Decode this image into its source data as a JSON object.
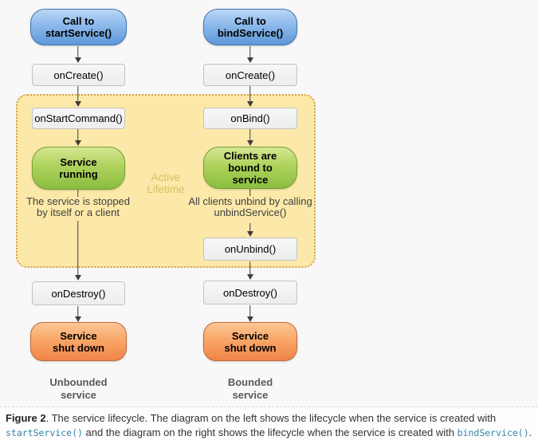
{
  "diagram": {
    "left": {
      "call": "Call to\nstartService()",
      "on_create": "onCreate()",
      "on_start_command": "onStartCommand()",
      "service_running": "Service\nrunning",
      "note": "The service is stopped\nby itself or a client",
      "on_destroy": "onDestroy()",
      "service_shut_down": "Service\nshut down",
      "column_label": "Unbounded\nservice"
    },
    "right": {
      "call": "Call to\nbindService()",
      "on_create": "onCreate()",
      "on_bind": "onBind()",
      "clients_bound": "Clients are\nbound to\nservice",
      "note": "All clients unbind by calling\nunbindService()",
      "on_unbind": "onUnbind()",
      "on_destroy": "onDestroy()",
      "service_shut_down": "Service\nshut down",
      "column_label": "Bounded\nservice"
    },
    "active_lifetime_label": "Active\nLifetime",
    "colors": {
      "call_node_fill": "#5e97d8",
      "call_node_border": "#4376ae",
      "running_node_fill": "#8abe3f",
      "running_node_border": "#74a238",
      "shutdown_node_fill": "#f08448",
      "shutdown_node_border": "#c06a3a",
      "callback_node_fill": "#f2f2f2",
      "callback_node_border": "#c2c2c2",
      "active_region_fill": "#fce9a9",
      "active_region_border": "#d2a14f",
      "active_label_text": "#d9be5e",
      "arrow": "#3d3d3d",
      "link": "#3286a8"
    }
  },
  "caption": {
    "figure_label": "Figure 2",
    "text_after_label": ". The service lifecycle. The diagram on the left shows the lifecycle when the service is created with ",
    "link_start_service": "startService()",
    "text_middle": " and the diagram on the right shows the lifecycle when the service is created with ",
    "link_bind_service": "bindService()",
    "text_end": "."
  }
}
